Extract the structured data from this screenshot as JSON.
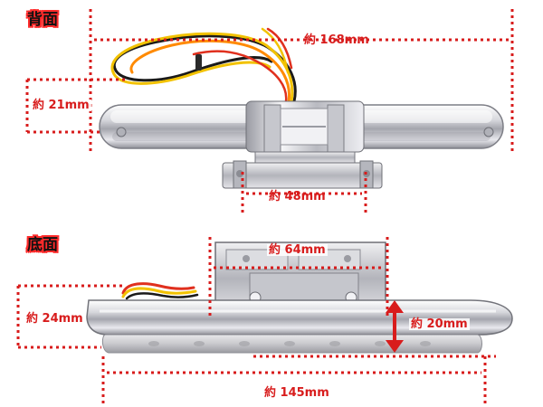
{
  "views": {
    "back_label": "背面",
    "bottom_label": "底面"
  },
  "dimensions": {
    "overall_length": "約 168mm",
    "back_height": "約 21mm",
    "bracket_width": "約 48mm",
    "mount_plate_width": "約 64mm",
    "bottom_height": "約 24mm",
    "lens_height": "約 20mm",
    "bottom_length": "約 145mm"
  },
  "colors": {
    "dimension": "#d81c1c",
    "chrome_light": "#f4f4f6",
    "chrome_dark": "#8a8a92",
    "wire_yellow": "#f2c200",
    "wire_black": "#1a1a1a",
    "wire_red": "#e0301e",
    "wire_orange": "#ff8a00"
  }
}
